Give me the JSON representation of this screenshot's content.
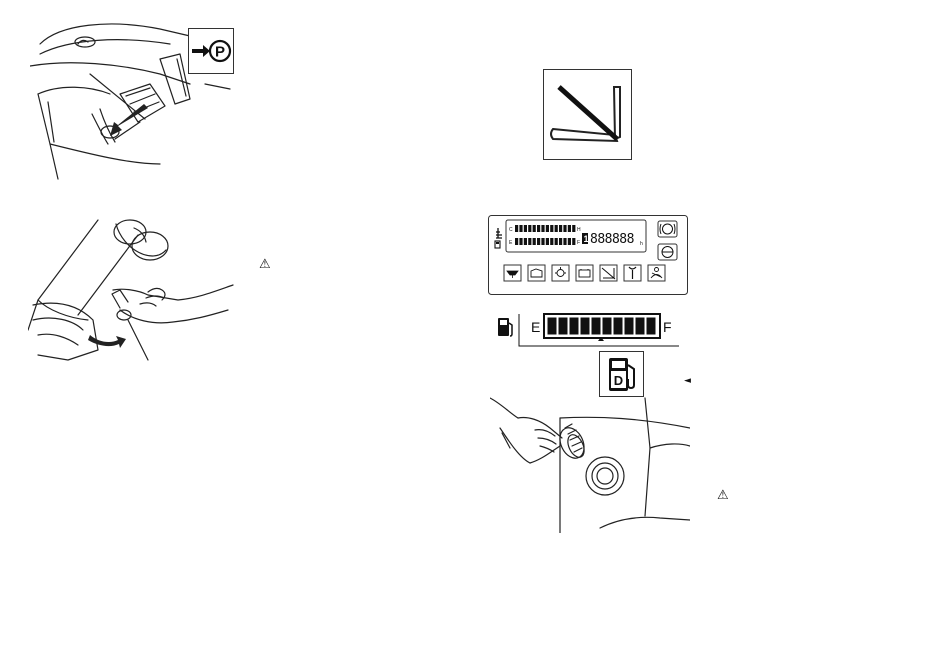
{
  "parking_brake": {
    "icon": "parking-brake-arrow-p-icon",
    "symbol": "P"
  },
  "fork_tilt_icon": "fork-tilt-icon",
  "warnings": {
    "left_symbol": "⚠",
    "right_symbol": "⚠"
  },
  "pointer_symbol": "◄",
  "display_panel": {
    "coolant_top": "C",
    "coolant_high": "H",
    "fuel_empty_short": "E",
    "fuel_full_short": "F",
    "hour_digits": "888888",
    "hour_prefix": "1",
    "hour_unit": "h",
    "indicator_icons": [
      "oil-pressure-icon",
      "engine-check-icon",
      "glow-plug-icon",
      "battery-charge-icon",
      "fork-tilt-icon",
      "service-wrench-icon",
      "seat-belt-icon"
    ],
    "side_icons": [
      "brake-icon",
      "parking-circle-icon"
    ]
  },
  "fuel_gauge": {
    "empty_label": "E",
    "full_label": "F",
    "segments": 10,
    "level": 1.0
  },
  "diesel_icon": {
    "letter": "D"
  }
}
